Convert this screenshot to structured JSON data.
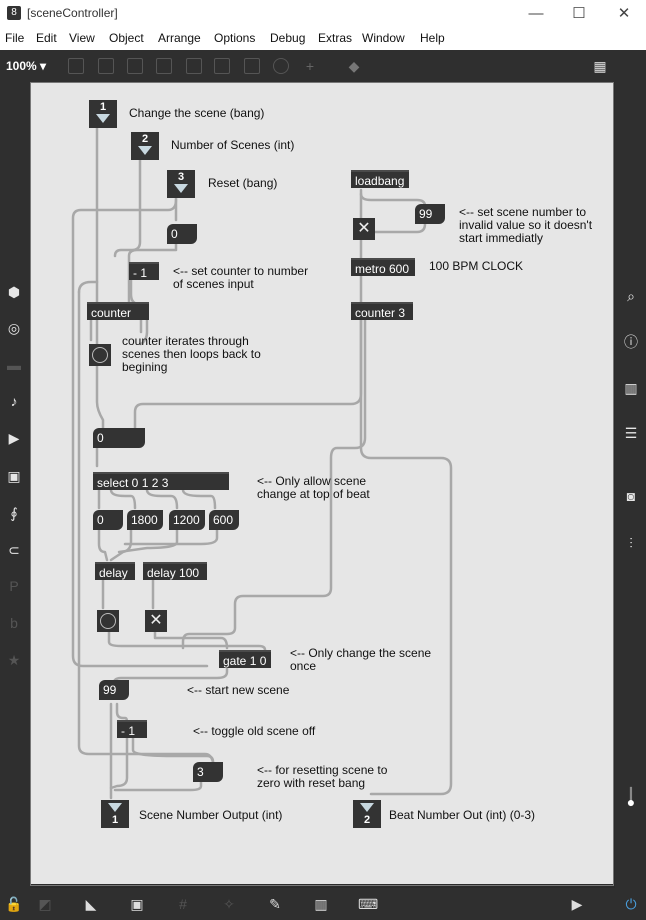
{
  "window": {
    "title": "[sceneController]",
    "minimize": "—",
    "maximize": "☐",
    "close": "✕"
  },
  "menu": [
    "File",
    "Edit",
    "View",
    "Object",
    "Arrange",
    "Options",
    "Debug",
    "Extras",
    "Window",
    "Help"
  ],
  "toolbar": {
    "zoom": "100% ▾"
  },
  "inlets": [
    {
      "id": "inlet-1",
      "label": "1"
    },
    {
      "id": "inlet-2",
      "label": "2"
    },
    {
      "id": "inlet-3",
      "label": "3"
    }
  ],
  "outlets": [
    {
      "id": "outlet-1",
      "label": "1"
    },
    {
      "id": "outlet-2",
      "label": "2"
    }
  ],
  "objects": {
    "loadbang": "loadbang",
    "sub_top": "- 1",
    "counter": "counter",
    "metro": "metro 600",
    "counter3": "counter 3",
    "select": "select 0 1 2 3",
    "delay": "delay",
    "delay100": "delay 100",
    "gate": "gate 1 0",
    "sub_bottom": "- 1"
  },
  "numbers": {
    "reset_zero": "0",
    "init_99": "99",
    "beat_zero": "0",
    "d0": "0",
    "d1800": "1800",
    "d1200": "1200",
    "d600": "600",
    "scene_99": "99",
    "reset_3": "3"
  },
  "comments": {
    "c1": "Change the scene (bang)",
    "c2": "Number of Scenes (int)",
    "c3": "Reset (bang)",
    "c4": "<-- set scene number to\ninvalid value so it doesn't\nstart immediatly",
    "c5": "<-- set counter to number\nof scenes input",
    "c6": "100 BPM CLOCK",
    "c7": "counter iterates through\nscenes then loops back to\nbegining",
    "c8": "<-- Only allow scene\nchange at top of beat",
    "c9": "<-- Only change the scene\nonce",
    "c10": "<-- start new scene",
    "c11": "<-- toggle old scene off",
    "c12": "<-- for resetting scene to\nzero with reset bang",
    "c13": "Scene Number Output (int)",
    "c14": "Beat Number Out (int) (0-3)"
  },
  "colors": {
    "canvas": "#e6e6e6",
    "object": "#333333",
    "cord": "#a8a8a8",
    "chrome": "#2f2f2f"
  }
}
